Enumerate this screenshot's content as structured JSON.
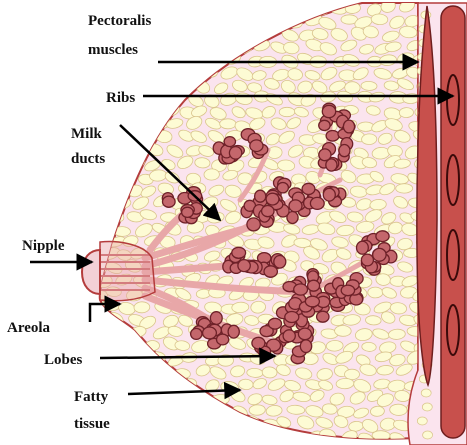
{
  "labels": {
    "pectoralis_line1": "Pectoralis",
    "pectoralis_line2": "muscles",
    "ribs": "Ribs",
    "milk_line1": "Milk",
    "milk_line2": "ducts",
    "nipple": "Nipple",
    "areola": "Areola",
    "lobes": "Lobes",
    "fatty_line1": "Fatty",
    "fatty_line2": "tissue"
  },
  "colors": {
    "tissue_fill": "#fbe4ee",
    "fat_fill": "#fdfbd4",
    "fat_stroke": "#d9c48c",
    "lobule_fill": "#c4676c",
    "lobule_stroke": "#6e2128",
    "muscle_fill": "#c8504c",
    "muscle_stroke": "#6e1e1e",
    "duct_fill": "#e8a7a8",
    "outline": "#b43c3c",
    "arrow": "#000000"
  }
}
